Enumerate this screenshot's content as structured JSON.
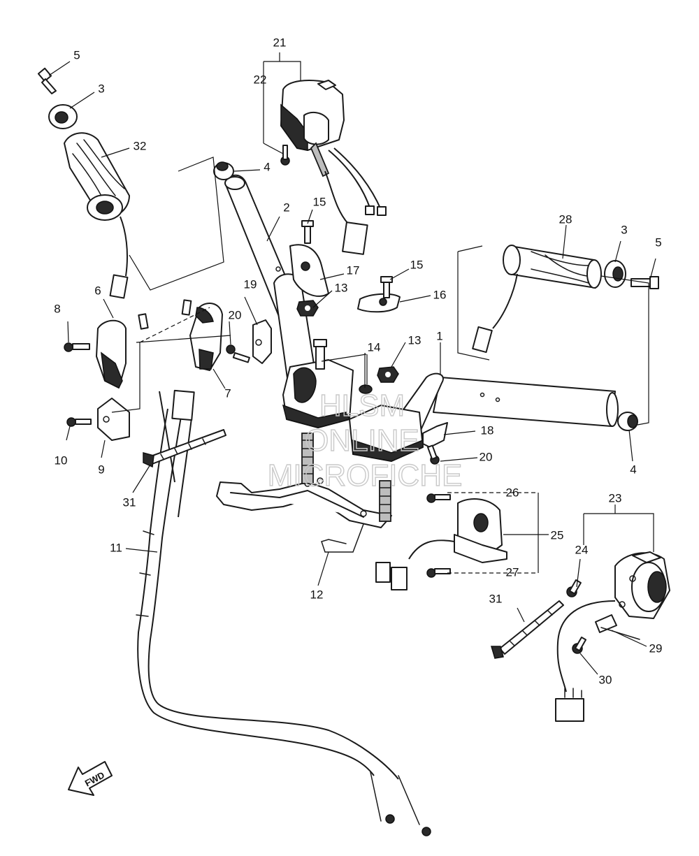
{
  "callouts": {
    "c1": "1",
    "c2": "2",
    "c3a": "3",
    "c3b": "3",
    "c4a": "4",
    "c4b": "4",
    "c5a": "5",
    "c5b": "5",
    "c6": "6",
    "c7": "7",
    "c8": "8",
    "c9": "9",
    "c10": "10",
    "c11": "11",
    "c12": "12",
    "c13a": "13",
    "c13b": "13",
    "c14": "14",
    "c15a": "15",
    "c15b": "15",
    "c16": "16",
    "c17": "17",
    "c18": "18",
    "c19": "19",
    "c20a": "20",
    "c20b": "20",
    "c21": "21",
    "c22": "22",
    "c23": "23",
    "c24": "24",
    "c25": "25",
    "c26": "26",
    "c27": "27",
    "c28": "28",
    "c29": "29",
    "c30": "30",
    "c31a": "31",
    "c31b": "31",
    "c32": "32"
  },
  "watermark": {
    "line1": "HLSM",
    "line2": "ONLINE",
    "line3": "MICROFICHE"
  },
  "direction_marker": {
    "label": "FWD"
  }
}
